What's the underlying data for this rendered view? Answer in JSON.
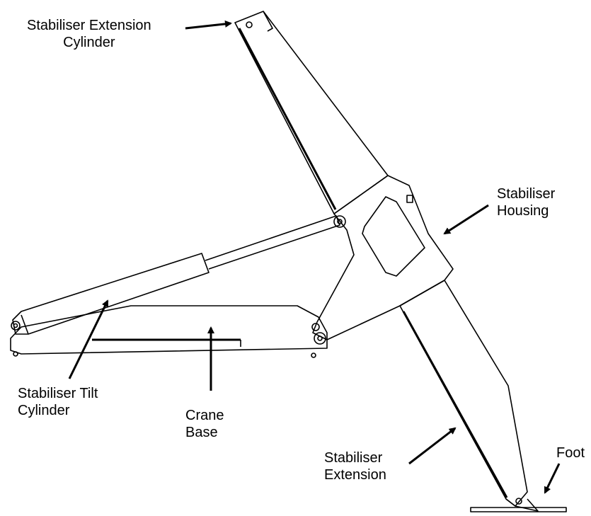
{
  "diagram": {
    "labels": {
      "extension_cylinder": [
        "Stabiliser Extension",
        "Cylinder"
      ],
      "housing": [
        "Stabiliser",
        "Housing"
      ],
      "tilt_cylinder": [
        "Stabiliser Tilt",
        "Cylinder"
      ],
      "crane_base": [
        "Crane",
        "Base"
      ],
      "extension": [
        "Stabiliser",
        "Extension"
      ],
      "foot": "Foot"
    },
    "colors": {
      "line": "#000000",
      "background": "#ffffff"
    }
  }
}
